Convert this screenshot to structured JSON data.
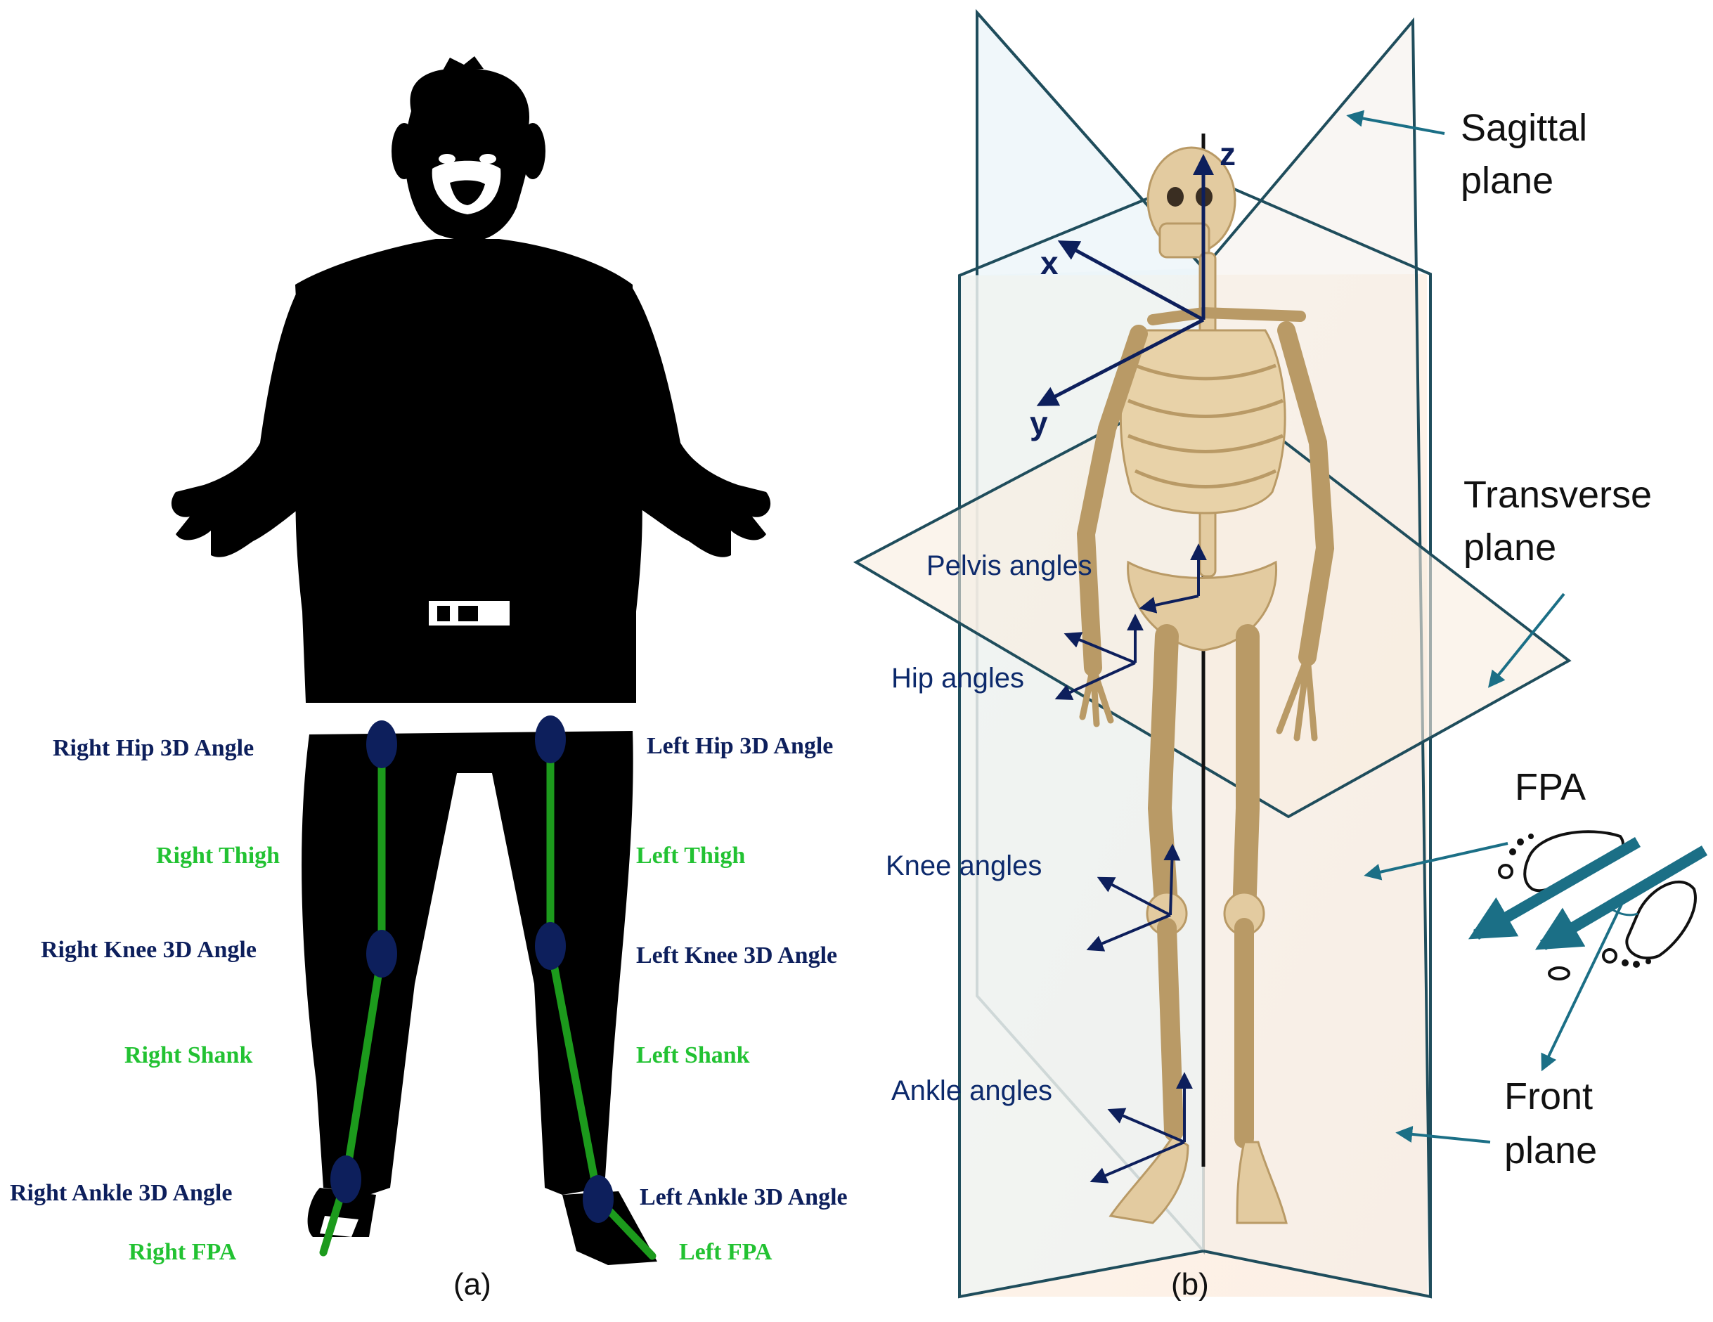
{
  "panel_a": {
    "caption": "(a)",
    "labels": {
      "right_hip": "Right Hip 3D Angle",
      "left_hip": "Left Hip 3D Angle",
      "right_thigh": "Right Thigh",
      "left_thigh": "Left Thigh",
      "right_knee": "Right Knee 3D Angle",
      "left_knee": "Left Knee 3D Angle",
      "right_shank": "Right Shank",
      "left_shank": "Left Shank",
      "right_ankle": "Right Ankle 3D Angle",
      "left_ankle": "Left Ankle 3D Angle",
      "right_fpa": "Right FPA",
      "left_fpa": "Left FPA"
    }
  },
  "panel_b": {
    "caption": "(b)",
    "axes": {
      "x": "x",
      "y": "y",
      "z": "z"
    },
    "planes": {
      "sagittal_1": "Sagittal",
      "sagittal_2": "plane",
      "transverse_1": "Transverse",
      "transverse_2": "plane",
      "front_1": "Front",
      "front_2": "plane"
    },
    "fpa": "FPA",
    "joints": {
      "pelvis": "Pelvis angles",
      "hip": "Hip angles",
      "knee": "Knee angles",
      "ankle": "Ankle angles"
    }
  },
  "colors": {
    "navy": "#0d1f5c",
    "green": "#22c232",
    "segment_green": "#1c9a1c",
    "teal": "#1b6f86",
    "bone": "#e3cba0"
  }
}
